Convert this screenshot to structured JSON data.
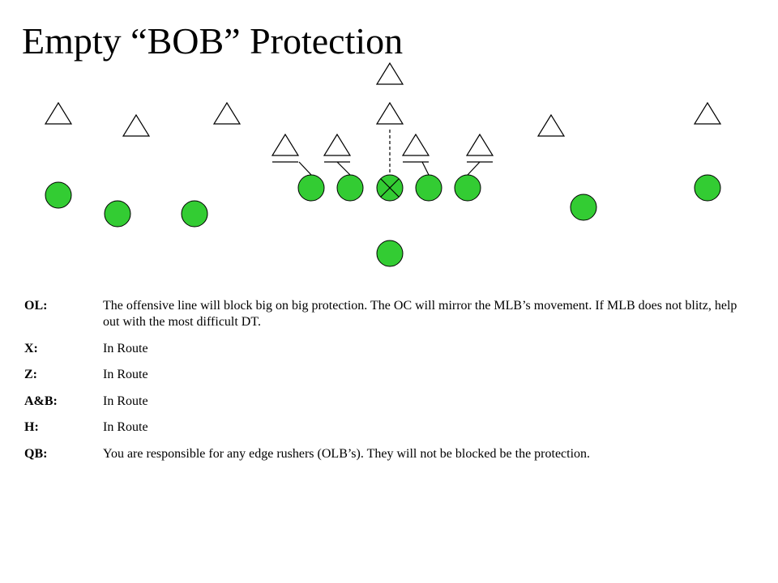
{
  "title": "Empty “BOB” Protection",
  "diagram": {
    "offense_color": "#33CC33",
    "stroke_color": "#000000",
    "defense_symbol": "triangle",
    "center_marker": "x-mark",
    "defenders": [
      "defender",
      "defender",
      "defender",
      "defender",
      "defender",
      "defender",
      "defender",
      "defender",
      "defender",
      "defender",
      "defender"
    ],
    "offense": [
      "x-receiver",
      "a-back",
      "b-back",
      "left-tackle",
      "left-guard",
      "center",
      "right-guard",
      "right-tackle",
      "h-receiver",
      "z-receiver",
      "quarterback"
    ]
  },
  "notes": [
    {
      "label": "OL:",
      "text": "The offensive line will block big on big protection.  The OC will mirror the MLB’s movement.  If MLB does not blitz, help out with the most difficult DT."
    },
    {
      "label": "X:",
      "text": "In Route"
    },
    {
      "label": "Z:",
      "text": "In Route"
    },
    {
      "label": "A&B:",
      "text": "In Route"
    },
    {
      "label": "H:",
      "text": "In Route"
    },
    {
      "label": "QB:",
      "text": "You are responsible for any edge rushers (OLB’s).  They will not be blocked be the protection."
    }
  ]
}
